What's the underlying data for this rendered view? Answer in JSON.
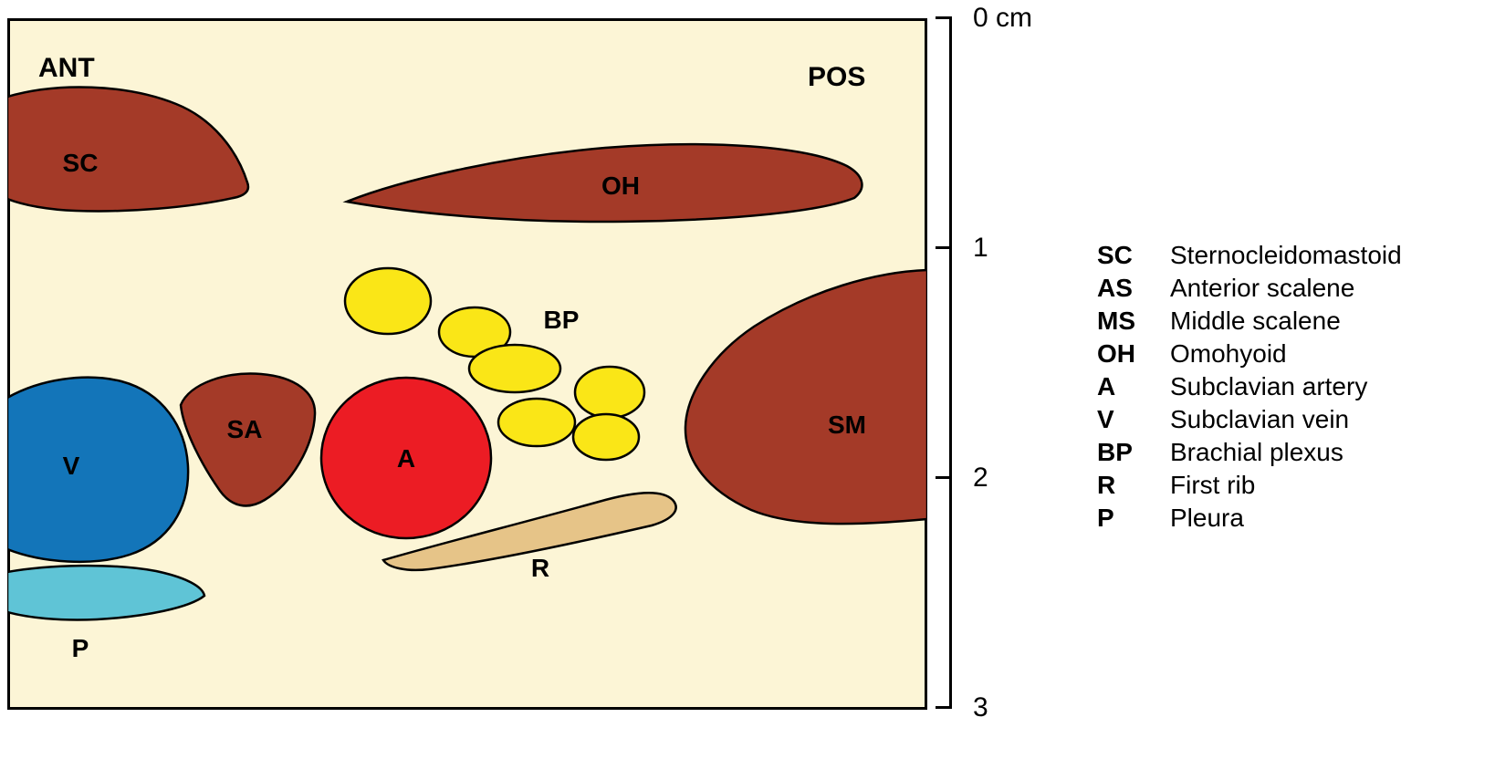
{
  "figure": {
    "orientation": {
      "left": "ANT",
      "right": "POS"
    }
  },
  "diagram_labels": {
    "sc": "SC",
    "oh": "OH",
    "sm": "SM",
    "v": "V",
    "sa": "SA",
    "a": "A",
    "bp": "BP",
    "r": "R",
    "p": "P"
  },
  "ruler": {
    "ticks": [
      "0 cm",
      "1",
      "2",
      "3"
    ]
  },
  "legend": {
    "items": [
      {
        "abbr": "SC",
        "name": "Sternocleidomastoid"
      },
      {
        "abbr": "AS",
        "name": "Anterior scalene"
      },
      {
        "abbr": "MS",
        "name": "Middle scalene"
      },
      {
        "abbr": "OH",
        "name": "Omohyoid"
      },
      {
        "abbr": "A",
        "name": "Subclavian artery"
      },
      {
        "abbr": "V",
        "name": "Subclavian vein"
      },
      {
        "abbr": "BP",
        "name": "Brachial plexus"
      },
      {
        "abbr": "R",
        "name": "First rib"
      },
      {
        "abbr": "P",
        "name": "Pleura"
      }
    ]
  },
  "colors": {
    "panel_background": "#fcf5d6",
    "muscle": "#a43a28",
    "vein": "#1375b9",
    "artery": "#ec1c24",
    "nerve": "#fae617",
    "rib": "#e6c488",
    "pleura": "#5fc4d6",
    "outline": "#000000"
  }
}
